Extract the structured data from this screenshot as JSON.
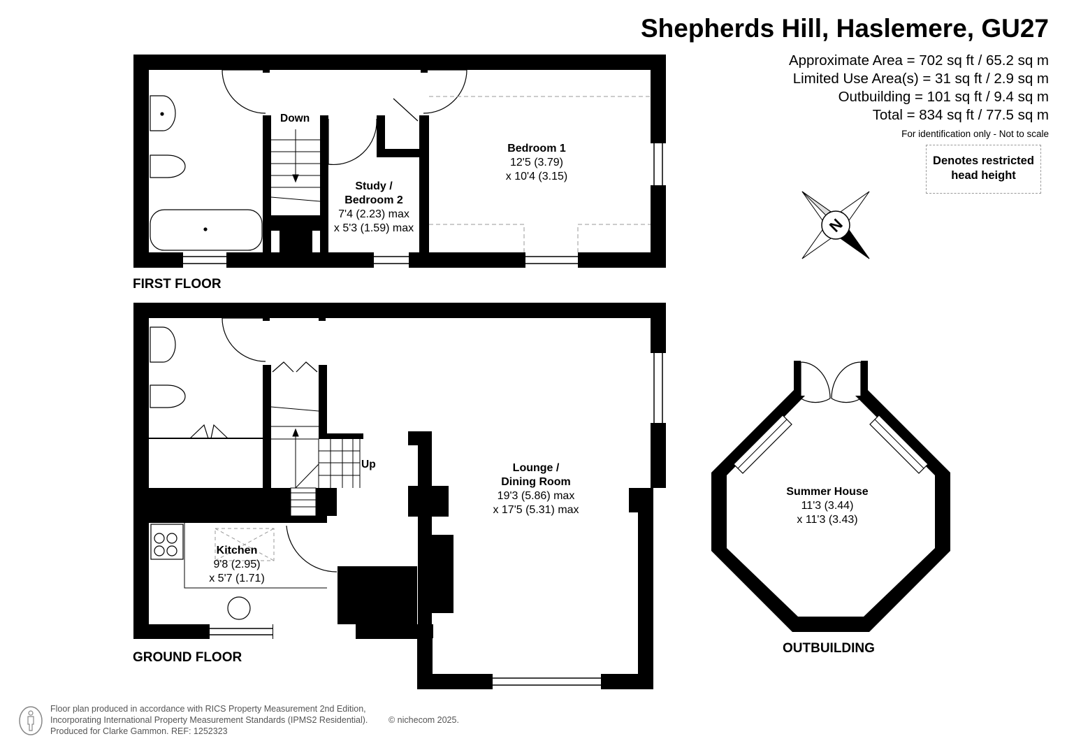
{
  "title": "Shepherds Hill, Haslemere, GU27",
  "areas": [
    "Approximate Area = 702 sq ft / 65.2 sq m",
    "Limited Use Area(s) = 31 sq ft / 2.9 sq m",
    "Outbuilding = 101 sq ft / 9.4 sq m",
    "Total = 834 sq ft / 77.5 sq m"
  ],
  "note": "For identification only - Not to scale",
  "legend": {
    "line1": "Denotes restricted",
    "line2": "head height"
  },
  "compass": {
    "label": "N"
  },
  "floors": {
    "first": "FIRST FLOOR",
    "ground": "GROUND FLOOR",
    "outbuilding": "OUTBUILDING"
  },
  "stairs": {
    "down": "Down",
    "up": "Up"
  },
  "rooms": {
    "bedroom1": {
      "name": "Bedroom 1",
      "dim1": "12'5 (3.79)",
      "dim2": "x 10'4 (3.15)"
    },
    "study": {
      "name1": "Study /",
      "name2": "Bedroom 2",
      "dim1": "7'4 (2.23) max",
      "dim2": "x 5'3 (1.59) max"
    },
    "lounge": {
      "name1": "Lounge /",
      "name2": "Dining Room",
      "dim1": "19'3 (5.86) max",
      "dim2": "x 17'5 (5.31) max"
    },
    "kitchen": {
      "name": "Kitchen",
      "dim1": "9'8 (2.95)",
      "dim2": "x 5'7 (1.71)"
    },
    "summer": {
      "name": "Summer House",
      "dim1": "11'3 (3.44)",
      "dim2": "x 11'3 (3.43)"
    }
  },
  "footer": {
    "line1": "Floor plan produced in accordance with RICS Property Measurement 2nd Edition,",
    "line2": "Incorporating International Property Measurement Standards (IPMS2 Residential).",
    "line3": "Produced for Clarke Gammon.   REF:  1252323",
    "copyright": "© nichecom 2025."
  }
}
